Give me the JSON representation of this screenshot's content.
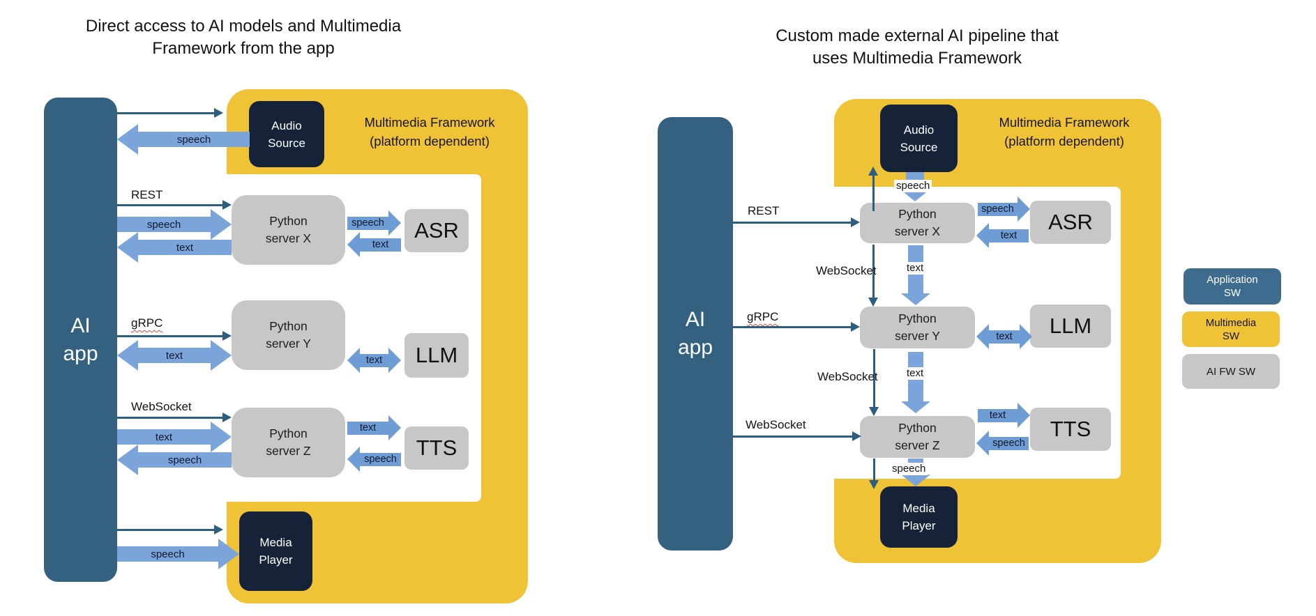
{
  "colors": {
    "application_sw_blue": "#33617F",
    "legend_blue": "#3D6C8E",
    "framework_yellow": "#F0C235",
    "ai_fw_gray": "#C7C7C7",
    "component_navy": "#152238",
    "thin_arrow": "#2C5F7F",
    "block_arrow_blue": "#7BA4DA"
  },
  "labels": {
    "speech": "speech",
    "text": "text"
  },
  "protocols": {
    "rest": "REST",
    "grpc": "gRPC",
    "websocket": "WebSocket"
  },
  "left": {
    "title": "Direct access to AI models and Multimedia\nFramework from the app",
    "app": "AI\napp",
    "framework": "Multimedia Framework\n(platform dependent)",
    "audio_source": "Audio\nSource",
    "media_player": "Media\nPlayer",
    "servers": [
      "Python\nserver X",
      "Python\nserver Y",
      "Python\nserver Z"
    ],
    "models": [
      "ASR",
      "LLM",
      "TTS"
    ]
  },
  "right": {
    "title": "Custom made external AI pipeline that\nuses Multimedia Framework",
    "app": "AI\napp",
    "framework": "Multimedia Framework\n(platform dependent)",
    "audio_source": "Audio\nSource",
    "media_player": "Media\nPlayer",
    "servers": [
      "Python\nserver X",
      "Python\nserver Y",
      "Python\nserver Z"
    ],
    "models": [
      "ASR",
      "LLM",
      "TTS"
    ]
  },
  "legend": [
    "Application\nSW",
    "Multimedia\nSW",
    "AI FW SW"
  ]
}
